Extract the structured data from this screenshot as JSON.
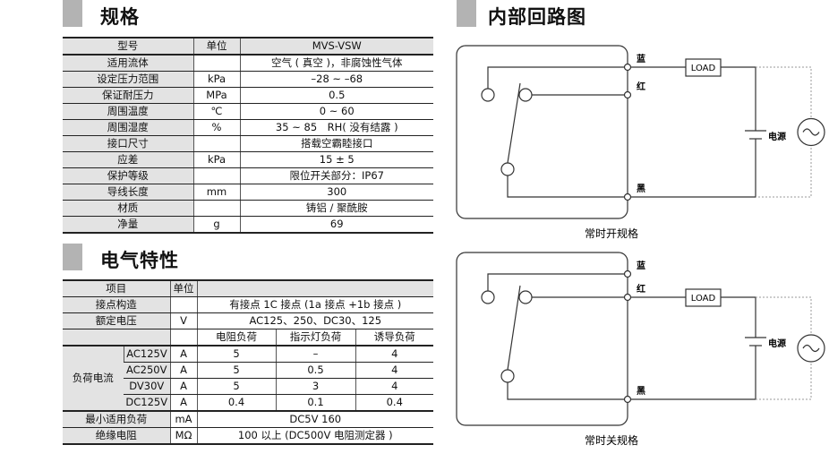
{
  "spec": {
    "title": "规格",
    "header": [
      "型号",
      "单位",
      "MVS-VSW"
    ],
    "rows": [
      [
        "适用流体",
        "",
        "空气 ( 真空 )，非腐蚀性气体"
      ],
      [
        "设定压力范围",
        "kPa",
        "–28 ~ –68"
      ],
      [
        "保证耐压力",
        "MPa",
        "0.5"
      ],
      [
        "周围温度",
        "℃",
        "0 ~ 60"
      ],
      [
        "周围湿度",
        "%",
        "35 ~ 85　RH( 没有结露 )"
      ],
      [
        "接口尺寸",
        "",
        "搭载空霸睦接口"
      ],
      [
        "应差",
        "kPa",
        "15 ± 5"
      ],
      [
        "保护等级",
        "",
        "限位开关部分：IP67"
      ],
      [
        "导线长度",
        "mm",
        "300"
      ],
      [
        "材质",
        "",
        "铸铝 / 聚酰胺"
      ],
      [
        "净量",
        "g",
        "69"
      ]
    ]
  },
  "elec": {
    "title": "电气特性",
    "header": [
      "项目",
      "单位"
    ],
    "contact": [
      "接点构造",
      "",
      "有接点 1C 接点 (1a 接点 +1b 接点 )"
    ],
    "voltage": [
      "额定电压",
      "V",
      "AC125、250、DC30、125"
    ],
    "load_cols": [
      "电阻负荷",
      "指示灯负荷",
      "诱导负荷"
    ],
    "load_label": "负荷电流",
    "load_rows": [
      [
        "AC125V",
        "A",
        "5",
        "–",
        "4"
      ],
      [
        "AC250V",
        "A",
        "5",
        "0.5",
        "4"
      ],
      [
        "DV30V",
        "A",
        "5",
        "3",
        "4"
      ],
      [
        "DC125V",
        "A",
        "0.4",
        "0.1",
        "0.4"
      ]
    ],
    "min_load": [
      "最小适用负荷",
      "mA",
      "DC5V 160"
    ],
    "insulation": [
      "绝缘电阻",
      "MΩ",
      "100 以上 (DC500V 电阻测定器 )"
    ]
  },
  "circuit": {
    "title": "内部回路图",
    "blue": "蓝",
    "red": "红",
    "black": "黑",
    "load": "LOAD",
    "power": "电源",
    "caption_no": "常时开规格",
    "caption_nc": "常时关规格"
  }
}
